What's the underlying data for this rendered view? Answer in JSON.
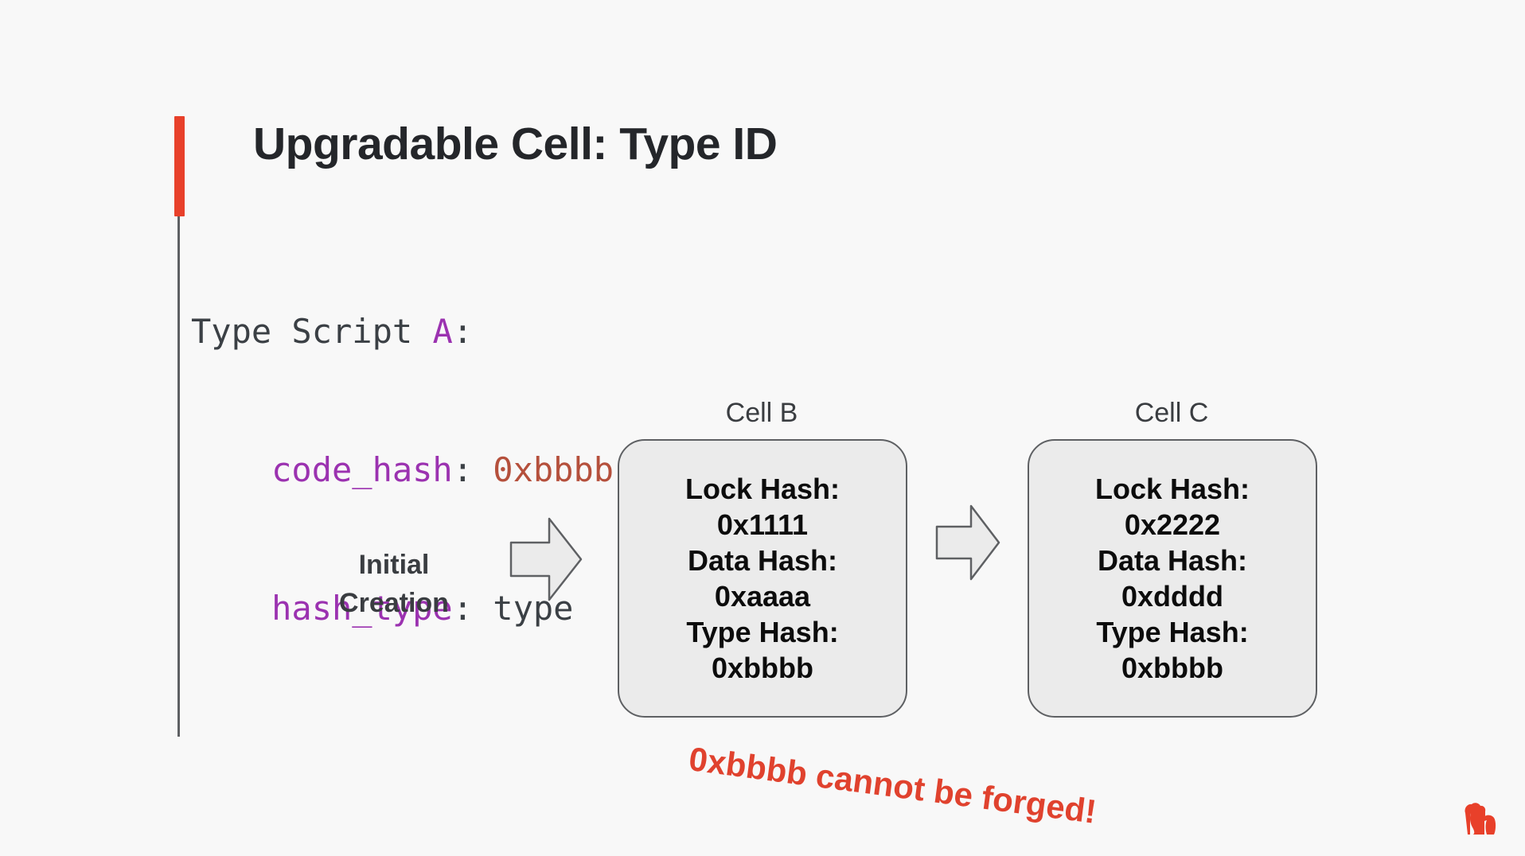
{
  "slide": {
    "title": "Upgradable Cell: Type ID",
    "background_color": "#f8f8f8",
    "accent_color": "#e8402a"
  },
  "code_block": {
    "line1": {
      "label": "Type Script ",
      "name": "A",
      "colon": ":"
    },
    "line2": {
      "key": "code_hash",
      "colon": ": ",
      "value": "0xbbbb"
    },
    "line3": {
      "key": "hash_type",
      "colon": ": ",
      "value": "type"
    },
    "colors": {
      "plain": "#3b4045",
      "identifier": "#9b32b0",
      "hash_value": "#b5503c"
    }
  },
  "diagram": {
    "initial_label": "Initial\nCreation",
    "initial_label_line1": "Initial",
    "initial_label_line2": "Creation",
    "cells": [
      {
        "title": "Cell B",
        "lines": [
          "Lock Hash:",
          "0x1111",
          "Data Hash:",
          "0xaaaa",
          "Type Hash:",
          "0xbbbb"
        ]
      },
      {
        "title": "Cell C",
        "lines": [
          "Lock Hash:",
          "0x2222",
          "Data Hash:",
          "0xdddd",
          "Type Hash:",
          "0xbbbb"
        ]
      }
    ],
    "arrows": [
      {
        "name": "arrow-initial",
        "direction": "right"
      },
      {
        "name": "arrow-b-to-c",
        "direction": "right"
      }
    ]
  },
  "warning": {
    "text": "0xbbbb cannot be forged!",
    "color": "#e0422e"
  },
  "logo": {
    "name": "nervos-ape-logo",
    "color": "#e8402a"
  }
}
